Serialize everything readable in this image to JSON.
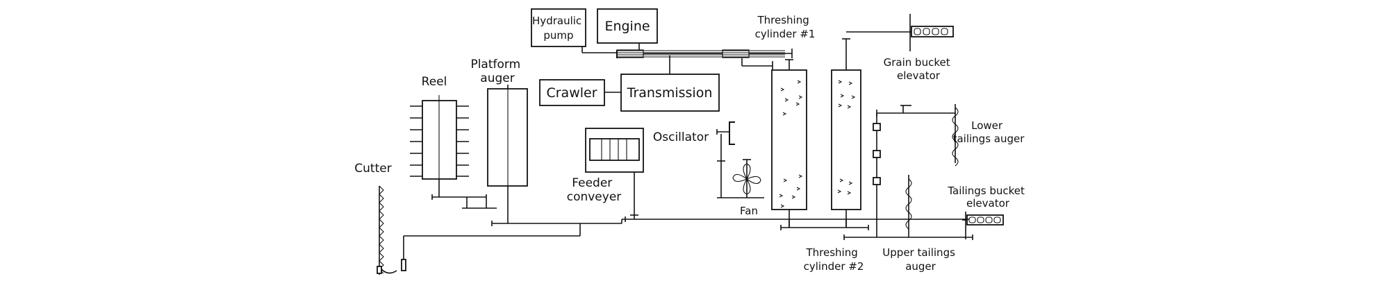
{
  "diagram": {
    "labels": {
      "hydraulic_pump": [
        "Hydraulic",
        "pump"
      ],
      "engine": "Engine",
      "transmission": "Transmission",
      "crawler": "Crawler",
      "reel": "Reel",
      "platform_auger": [
        "Platform",
        "auger"
      ],
      "cutter": "Cutter",
      "feeder_conveyer": [
        "Feeder",
        "conveyer"
      ],
      "oscillator": "Oscillator",
      "fan": "Fan",
      "threshing_cylinder_1": [
        "Threshing",
        "cylinder #1"
      ],
      "threshing_cylinder_2": [
        "Threshing",
        "cylinder #2"
      ],
      "grain_bucket_elevator": [
        "Grain bucket",
        "elevator"
      ],
      "lower_tailings_auger": [
        "Lower",
        "tailings auger"
      ],
      "tailings_bucket_elevator": [
        "Tailings bucket",
        "elevator"
      ],
      "upper_tailings_auger": [
        "Upper tailings",
        "auger"
      ]
    }
  }
}
